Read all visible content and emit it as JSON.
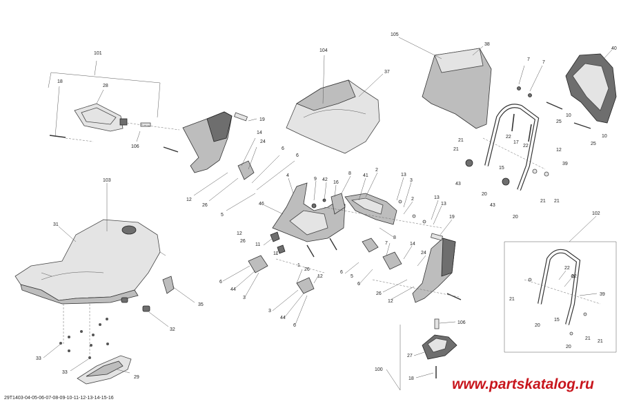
{
  "diagram": {
    "reference_code": "29T1403-04-05-06-07-08-09-10-11-12-13-14-15-16",
    "watermark": "www.partskatalog.ru",
    "colors": {
      "watermark": "#c8161d",
      "part_fill": "#bdbdbd",
      "outline": "#333333"
    },
    "callouts": {
      "c101": "101",
      "c18a": "18",
      "c28": "28",
      "c106a": "106",
      "c19a": "19",
      "c14a": "14",
      "c24a": "24",
      "c12a": "12",
      "c26a": "26",
      "c6a": "6",
      "c6b": "6",
      "c5a": "5",
      "c104": "104",
      "c37": "37",
      "c105": "105",
      "c38": "38",
      "c7a": "7",
      "c7b": "7",
      "c40": "40",
      "c10a": "10",
      "c25a": "25",
      "c10b": "10",
      "c25b": "25",
      "c21a": "21",
      "c21b": "21",
      "c22a": "22",
      "c17": "17",
      "c22b": "22",
      "c12b": "12",
      "c15a": "15",
      "c39a": "39",
      "c43a": "43",
      "c20a": "20",
      "c43b": "43",
      "c21c": "21",
      "c21d": "21",
      "c20b": "20",
      "c103": "103",
      "c31": "31",
      "c4": "4",
      "c9": "9",
      "c42": "42",
      "c16": "16",
      "c8a": "8",
      "c2a": "2",
      "c41": "41",
      "c13a": "13",
      "c3a": "3",
      "c2b": "2",
      "c13b": "13",
      "c13c": "13",
      "c46": "46",
      "c12c": "12",
      "c26b": "26",
      "c11a": "11",
      "c11b": "11",
      "c8b": "8",
      "c19b": "19",
      "c7c": "7",
      "c14b": "14",
      "c24b": "24",
      "c26c": "26",
      "c12d": "12",
      "c6c": "6",
      "c44a": "44",
      "c3b": "3",
      "c1": "1",
      "c26d": "26",
      "c12e": "12",
      "c6d": "6",
      "c5b": "5",
      "c6e": "6",
      "c35": "35",
      "c3c": "3",
      "c44b": "44",
      "c6f": "6",
      "c32": "32",
      "c33a": "33",
      "c33b": "33",
      "c29": "29",
      "c102": "102",
      "c22c": "22",
      "c22d": "22",
      "c39b": "39",
      "c21e": "21",
      "c15b": "15",
      "c20c": "20",
      "c21f": "21",
      "c21g": "21",
      "c20d": "20",
      "c106b": "106",
      "c27": "27",
      "c100": "100",
      "c18b": "18"
    }
  }
}
